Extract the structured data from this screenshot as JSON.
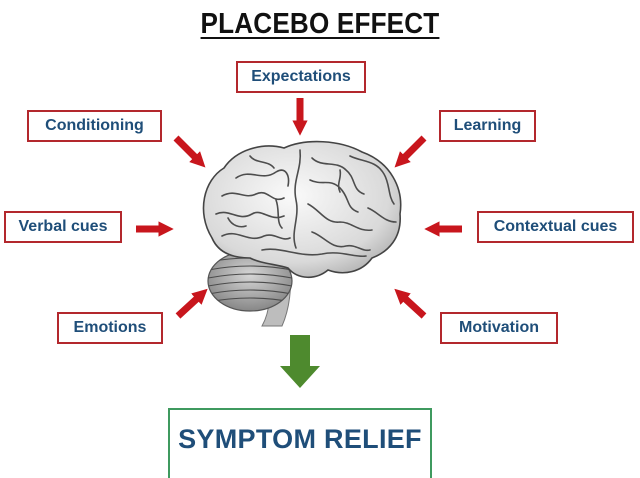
{
  "title": "PLACEBO EFFECT",
  "factors": {
    "expectations": "Expectations",
    "conditioning": "Conditioning",
    "learning": "Learning",
    "verbal_cues": "Verbal cues",
    "contextual_cues": "Contextual cues",
    "emotions": "Emotions",
    "motivation": "Motivation"
  },
  "outcome": "SYMPTOM RELIEF",
  "colors": {
    "factor_border": "#b3282d",
    "factor_text": "#1f4e79",
    "input_arrow": "#c8161d",
    "outcome_arrow": "#4e8a2e",
    "outcome_border": "#3f9a5f"
  },
  "icons": {
    "center": "brain-illustration",
    "inputs": "red-arrow-icon",
    "result": "green-down-arrow-icon"
  }
}
